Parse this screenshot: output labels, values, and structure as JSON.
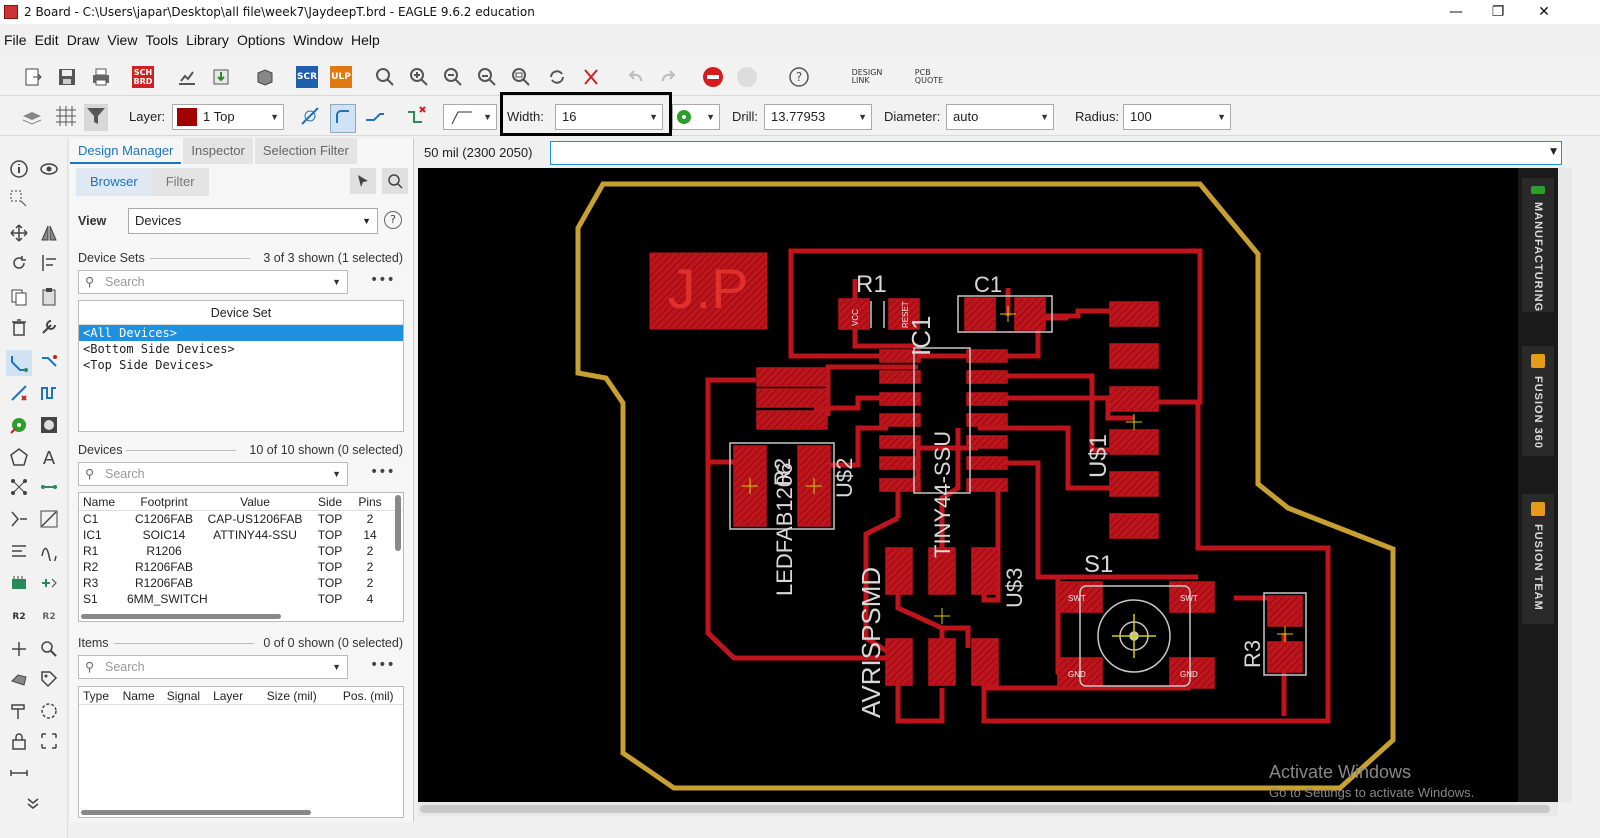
{
  "window": {
    "title": "2 Board - C:\\Users\\japar\\Desktop\\all file\\week7\\JaydeepT.brd - EAGLE 9.6.2 education",
    "minimize": "—",
    "maximize": "❐",
    "close": "✕"
  },
  "menu": [
    "File",
    "Edit",
    "Draw",
    "View",
    "Tools",
    "Library",
    "Options",
    "Window",
    "Help"
  ],
  "toolbar": {
    "sch_brd": "SCH\nBRD",
    "scr": "SCR",
    "ulp": "ULP",
    "design_link": "DESIGN\nLINK",
    "pcb_quote": "PCB\nQUOTE",
    "help": "?"
  },
  "params": {
    "layer_label": "Layer:",
    "layer_value": "1 Top",
    "layer_color": "#a00000",
    "width_label": "Width:",
    "width_value": "16",
    "drill_label": "Drill:",
    "drill_value": "13.77953",
    "diameter_label": "Diameter:",
    "diameter_value": "auto",
    "radius_label": "Radius:",
    "radius_value": "100"
  },
  "panel": {
    "tabs": [
      "Design Manager",
      "Inspector",
      "Selection Filter"
    ],
    "subtabs": [
      "Browser",
      "Filter"
    ],
    "view_label": "View",
    "view_value": "Devices",
    "device_sets": {
      "title": "Device Sets",
      "count": "3 of 3 shown (1 selected)",
      "search": "Search",
      "header": "Device Set",
      "items": [
        "<All Devices>",
        "<Bottom Side Devices>",
        "<Top Side Devices>"
      ]
    },
    "devices": {
      "title": "Devices",
      "count": "10 of 10 shown (0 selected)",
      "search": "Search",
      "columns": [
        "Name",
        "Footprint",
        "Value",
        "Side",
        "Pins"
      ],
      "rows": [
        [
          "C1",
          "C1206FAB",
          "CAP-US1206FAB",
          "TOP",
          "2"
        ],
        [
          "IC1",
          "SOIC14",
          "ATTINY44-SSU",
          "TOP",
          "14"
        ],
        [
          "R1",
          "R1206",
          "",
          "TOP",
          "2"
        ],
        [
          "R2",
          "R1206FAB",
          "",
          "TOP",
          "2"
        ],
        [
          "R3",
          "R1206FAB",
          "",
          "TOP",
          "2"
        ],
        [
          "S1",
          "6MM_SWITCH",
          "",
          "TOP",
          "4"
        ]
      ]
    },
    "items": {
      "title": "Items",
      "count": "0 of 0 shown (0 selected)",
      "search": "Search",
      "columns": [
        "Type",
        "Name",
        "Signal",
        "Layer",
        "Size (mil)",
        "Pos. (mil)"
      ]
    }
  },
  "status": {
    "coord": "50 mil (2300 2050)"
  },
  "board": {
    "initials": "J.P",
    "labels": {
      "r1": "R1",
      "c1": "C1",
      "ic1": "IC1",
      "ic1_value": "TINY44-SSU",
      "us1": "U$1",
      "us2": "U$2",
      "us3": "U$3",
      "s1": "S1",
      "r3": "R3",
      "r2": "R2",
      "led": "LEDFAB1206",
      "avr": "AVRISPSMD",
      "pad_vcc": "VCC",
      "pad_reset": "RESET",
      "pad_swt": "SWT",
      "pad_gnd": "GND"
    }
  },
  "sidebar_right": [
    "MANUFACTURING",
    "FUSION 360",
    "FUSION TEAM"
  ],
  "watermark": {
    "title": "Activate Windows",
    "subtitle": "Go to Settings to activate Windows."
  },
  "colors": {
    "copper": "#c0141c",
    "outline": "#c8a030",
    "silk": "#c8c8c8",
    "accent": "#1e73be"
  }
}
